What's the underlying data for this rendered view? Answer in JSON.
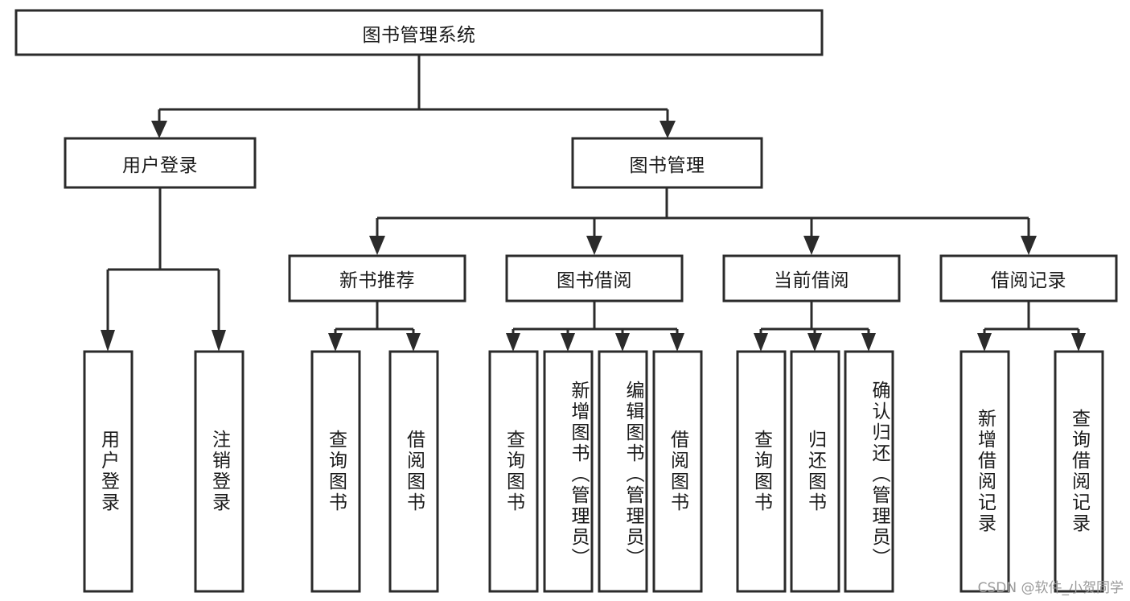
{
  "diagram": {
    "title_node": {
      "id": "root",
      "label": "图书管理系统",
      "orientation": "horizontal"
    },
    "level1": [
      {
        "id": "user-login",
        "label": "用户登录",
        "orientation": "horizontal"
      },
      {
        "id": "book-management",
        "label": "图书管理",
        "orientation": "horizontal"
      }
    ],
    "level2": [
      {
        "id": "new-book-recommend",
        "label": "新书推荐",
        "orientation": "horizontal",
        "parent": "book-management"
      },
      {
        "id": "book-borrow",
        "label": "图书借阅",
        "orientation": "horizontal",
        "parent": "book-management"
      },
      {
        "id": "current-borrow",
        "label": "当前借阅",
        "orientation": "horizontal",
        "parent": "book-management"
      },
      {
        "id": "borrow-record",
        "label": "借阅记录",
        "orientation": "horizontal",
        "parent": "book-management"
      }
    ],
    "leaves": [
      {
        "id": "leaf-user-login",
        "label": "用户登录",
        "orientation": "vertical",
        "parent": "user-login"
      },
      {
        "id": "leaf-logout-login",
        "label": "注销登录",
        "orientation": "vertical",
        "parent": "user-login"
      },
      {
        "id": "leaf-query-book-1",
        "label": "查询图书",
        "orientation": "vertical",
        "parent": "new-book-recommend"
      },
      {
        "id": "leaf-borrow-book-1",
        "label": "借阅图书",
        "orientation": "vertical",
        "parent": "new-book-recommend"
      },
      {
        "id": "leaf-query-book-2",
        "label": "查询图书",
        "orientation": "vertical",
        "parent": "book-borrow"
      },
      {
        "id": "leaf-add-book",
        "label": "新增图书（管理员）",
        "orientation": "vertical",
        "parent": "book-borrow"
      },
      {
        "id": "leaf-edit-book",
        "label": "编辑图书（管理员）",
        "orientation": "vertical",
        "parent": "book-borrow"
      },
      {
        "id": "leaf-borrow-book-2",
        "label": "借阅图书",
        "orientation": "vertical",
        "parent": "book-borrow"
      },
      {
        "id": "leaf-query-book-3",
        "label": "查询图书",
        "orientation": "vertical",
        "parent": "current-borrow"
      },
      {
        "id": "leaf-return-book",
        "label": "归还图书",
        "orientation": "vertical",
        "parent": "current-borrow"
      },
      {
        "id": "leaf-confirm-return",
        "label": "确认归还（管理员）",
        "orientation": "vertical",
        "parent": "current-borrow"
      },
      {
        "id": "leaf-add-record",
        "label": "新增借阅记录",
        "orientation": "vertical",
        "parent": "borrow-record"
      },
      {
        "id": "leaf-query-record",
        "label": "查询借阅记录",
        "orientation": "vertical",
        "parent": "borrow-record"
      }
    ],
    "colors": {
      "stroke": "#2b2b2b",
      "fill": "#ffffff",
      "text": "#1a1a1a",
      "watermark": "#9a9a9a"
    }
  },
  "watermark": {
    "text": "CSDN @软件_小贺同学"
  }
}
